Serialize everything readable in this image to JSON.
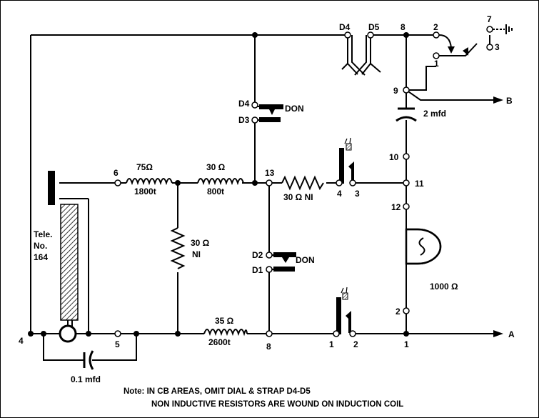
{
  "labels": {
    "t_d4_top": "D4",
    "t_d5_top": "D5",
    "t8_top": "8",
    "t2_sw": "2",
    "t7_ground": "7",
    "t3_sw": "3",
    "t1_sw": "1",
    "t9": "9",
    "out_b": "B",
    "cap_2mfd": "2 mfd",
    "sw_d4": "D4",
    "sw_d3": "D3",
    "sw_don_upper": "DON",
    "t10": "10",
    "t11": "11",
    "t6": "6",
    "r75_value": "75Ω",
    "r75_turns": "1800t",
    "r30_value": "30 Ω",
    "r30_turns": "800t",
    "t13": "13",
    "r30ni_value": "30 Ω NI",
    "hook_4": "4",
    "hook_3": "3",
    "t12": "12",
    "tele_label": "Tele.\nNo.\n164",
    "rni_value": "30 Ω",
    "rni_suffix": "NI",
    "sw_d2": "D2",
    "sw_don_lower": "DON",
    "sw_d1": "D1",
    "receiver_value": "1000 Ω",
    "t2_right": "2",
    "t4_left": "4",
    "t5": "5",
    "r35_value": "35 Ω",
    "r35_turns": "2600t",
    "t8_bottom": "8",
    "hook_1": "1",
    "hook_2": "2",
    "t1_bottom": "1",
    "out_a": "A",
    "cap_01mfd": "0.1 mfd",
    "note_line1": "Note: IN CB AREAS, OMIT DIAL & STRAP D4-D5",
    "note_line2": "NON INDUCTIVE RESISTORS ARE WOUND ON INDUCTION COIL"
  }
}
